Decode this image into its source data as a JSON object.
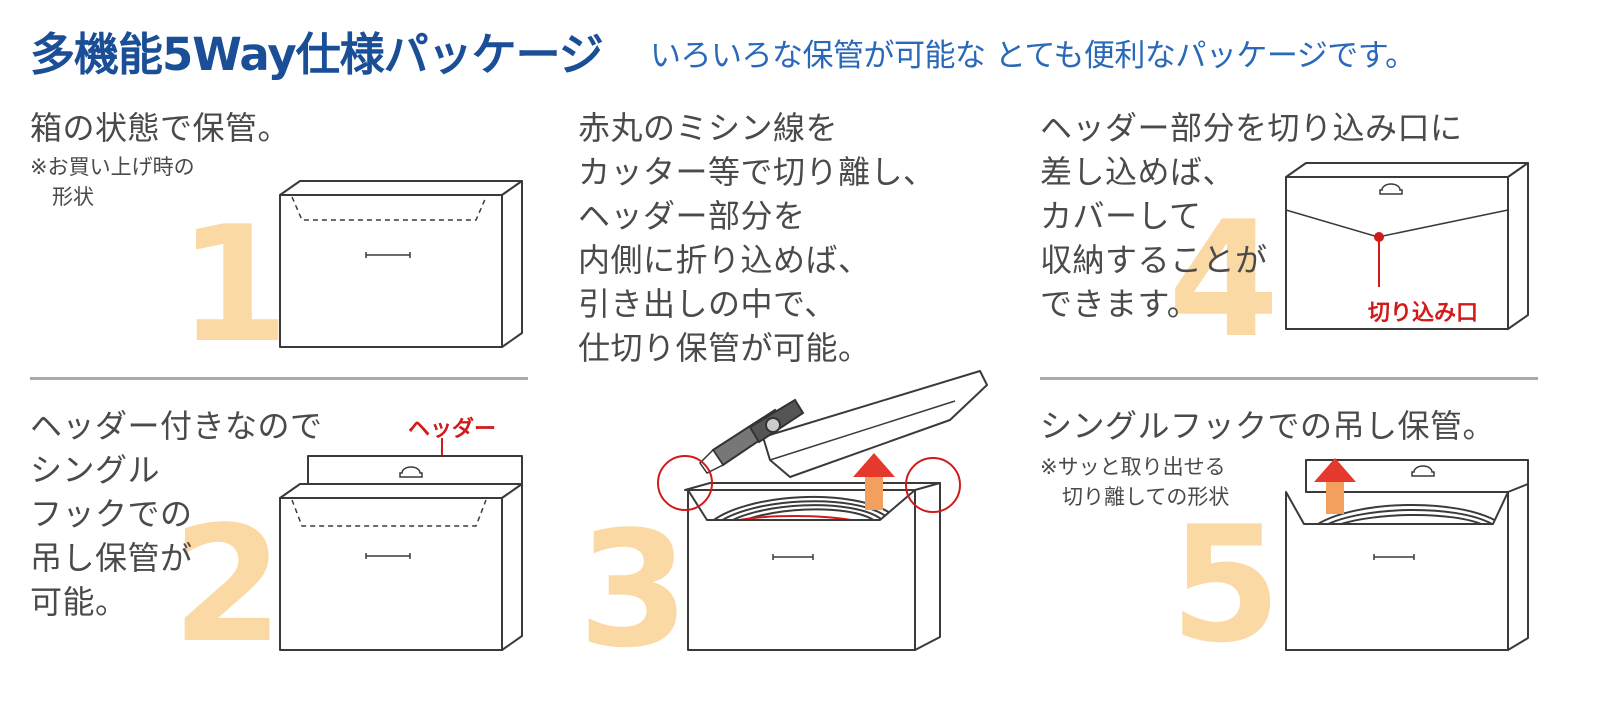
{
  "header": {
    "title": "多機能5Way仕様パッケージ",
    "subtitle": "いろいろな保管が可能な とても便利なパッケージです。"
  },
  "steps": [
    {
      "number": "1",
      "lines": [
        "箱の状態で保管。"
      ],
      "note": [
        "※お買い上げ時の",
        "形状"
      ]
    },
    {
      "number": "2",
      "lines": [
        "ヘッダー付きなので",
        "シングル",
        "フックでの",
        "吊し保管が",
        "可能。"
      ],
      "label": "ヘッダー"
    },
    {
      "number": "3",
      "lines": [
        "赤丸のミシン線を",
        "カッター等で切り離し、",
        "ヘッダー部分を",
        "内側に折り込めば、",
        "引き出しの中で、",
        "仕切り保管が可能。"
      ]
    },
    {
      "number": "4",
      "lines": [
        "ヘッダー部分を切り込み口に",
        "差し込めば、",
        "カバーして",
        "収納することが",
        "できます。"
      ],
      "label": "切り込み口"
    },
    {
      "number": "5",
      "lines": [
        "シングルフックでの吊し保管。"
      ],
      "note": [
        "※サッと取り出せる",
        "切り離しての形状"
      ]
    }
  ],
  "colors": {
    "title": "#1a4e96",
    "subtitle": "#2a68b8",
    "number": "#fbd9a4",
    "accent_red": "#d11a1a",
    "divider": "#a9a9a9"
  }
}
